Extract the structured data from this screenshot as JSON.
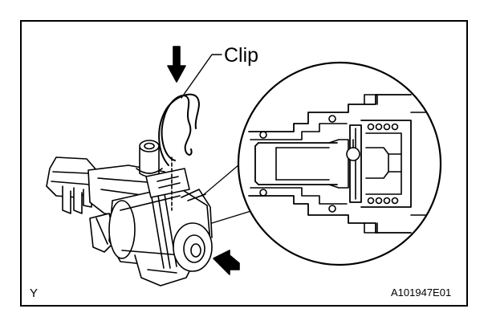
{
  "labels": {
    "clip": "Clip",
    "view": "Y",
    "figure_code": "A101947E01"
  },
  "colors": {
    "ink": "#000000",
    "paper": "#ffffff"
  }
}
